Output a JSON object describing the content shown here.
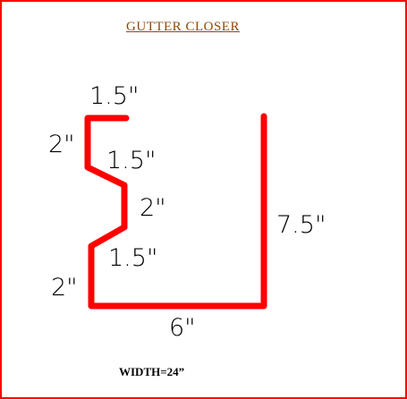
{
  "title": "GUTTER CLOSER",
  "dimensions": {
    "top_flange": "1.5\"",
    "upper_left": "2\"",
    "upper_step": "1.5\"",
    "middle": "2\"",
    "lower_step": "1.5\"",
    "lower_left": "2\"",
    "bottom": "6\"",
    "right": "7.5\""
  },
  "width_label": "WIDTH=24”",
  "colors": {
    "profile_line": "#ff0000",
    "border": "#ff0000",
    "title": "#8b4a0f"
  }
}
